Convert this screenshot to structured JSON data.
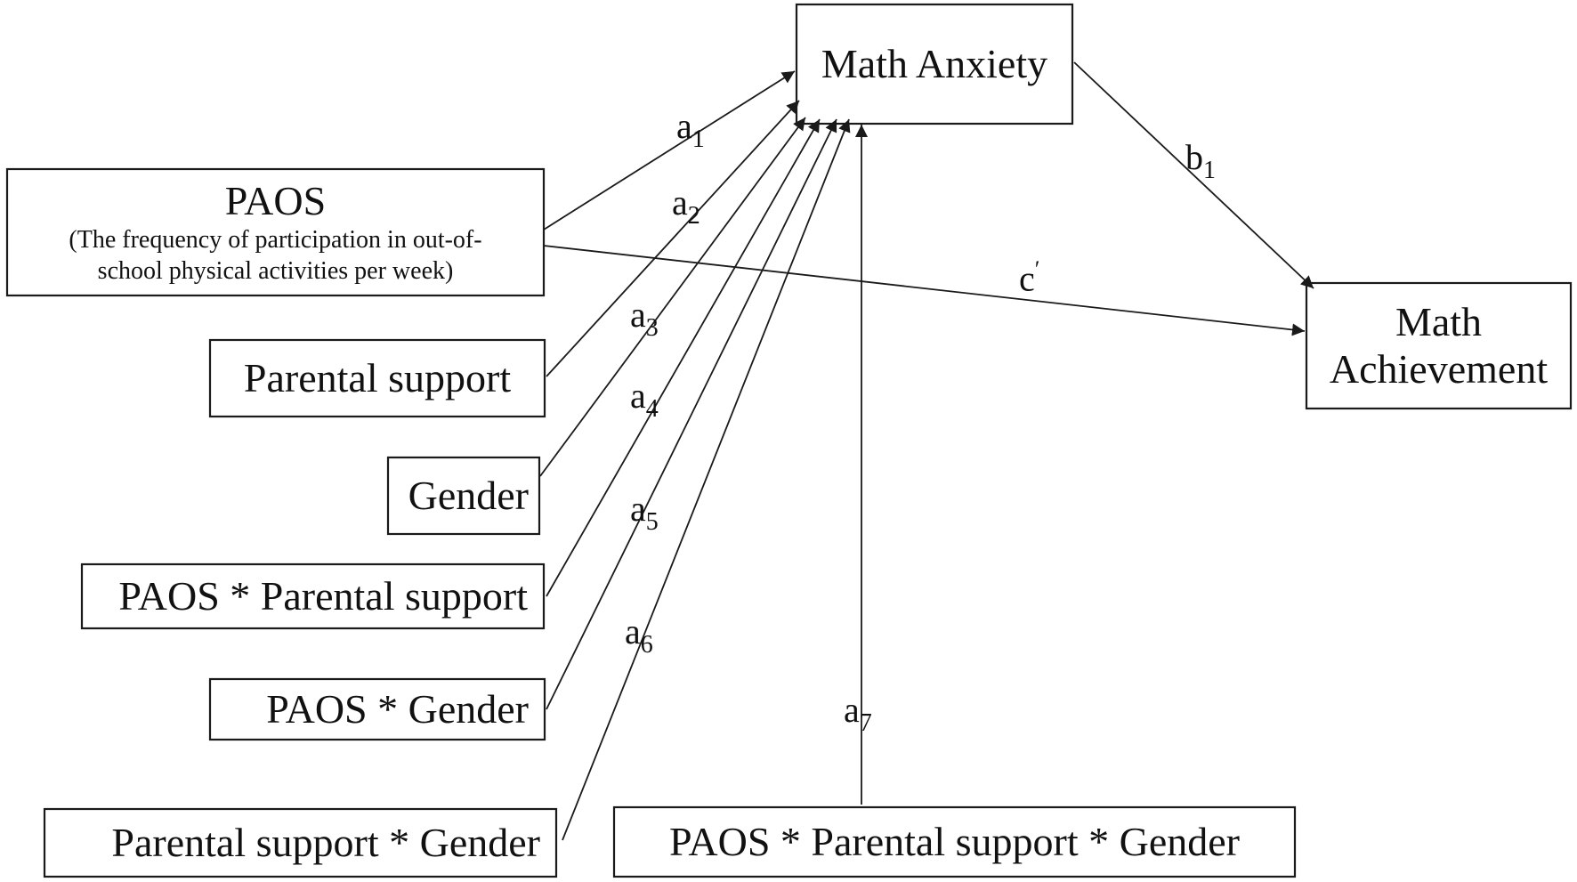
{
  "nodes": {
    "math_anxiety": "Math Anxiety",
    "paos_title": "PAOS",
    "paos_desc_line1": "(The frequency of participation in out-of-",
    "paos_desc_line2": "school physical activities per week)",
    "math_achievement_line1": "Math",
    "math_achievement_line2": "Achievement",
    "parental_support": "Parental support",
    "gender": "Gender",
    "paos_x_parental": "PAOS * Parental support",
    "paos_x_gender": "PAOS * Gender",
    "parental_x_gender": "Parental support * Gender",
    "paos_x_parental_x_gender": "PAOS * Parental support * Gender"
  },
  "paths": {
    "a1": {
      "letter": "a",
      "index": "1"
    },
    "a2": {
      "letter": "a",
      "index": "2"
    },
    "a3": {
      "letter": "a",
      "index": "3"
    },
    "a4": {
      "letter": "a",
      "index": "4"
    },
    "a5": {
      "letter": "a",
      "index": "5"
    },
    "a6": {
      "letter": "a",
      "index": "6"
    },
    "a7": {
      "letter": "a",
      "index": "7"
    },
    "b1": {
      "letter": "b",
      "index": "1"
    },
    "c_prime": {
      "letter": "c",
      "prime": "′"
    }
  },
  "colors": {
    "stroke": "#1a1a1a",
    "text": "#111111",
    "background": "#ffffff"
  }
}
